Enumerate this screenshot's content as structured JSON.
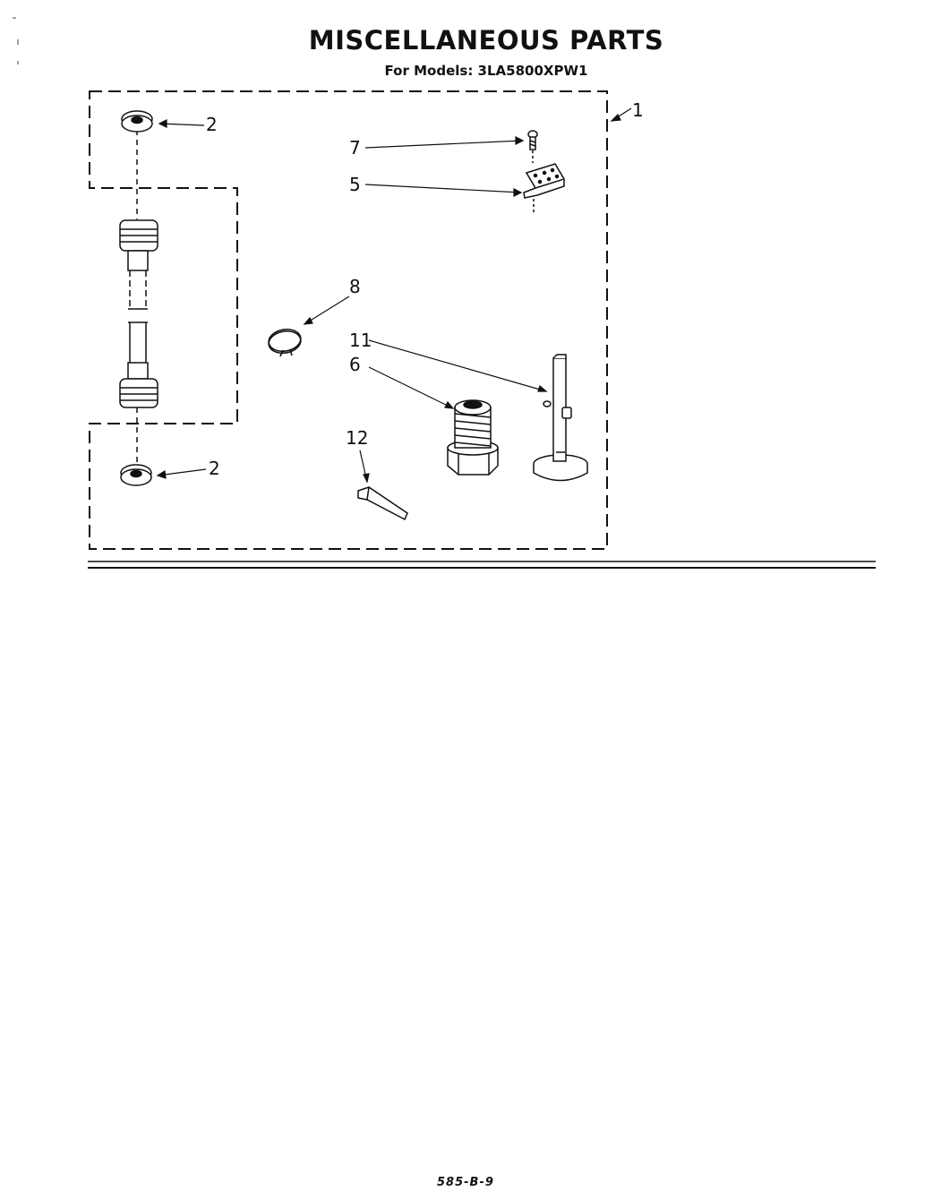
{
  "header": {
    "title": "MISCELLANEOUS PARTS",
    "subtitle": "For Models: 3LA5800XPW1"
  },
  "callouts": {
    "c1": "1",
    "c2_top": "2",
    "c2_bottom": "2",
    "c5": "5",
    "c6": "6",
    "c7": "7",
    "c8": "8",
    "c11": "11",
    "c12": "12"
  },
  "footer": {
    "code": "585-B-9"
  }
}
